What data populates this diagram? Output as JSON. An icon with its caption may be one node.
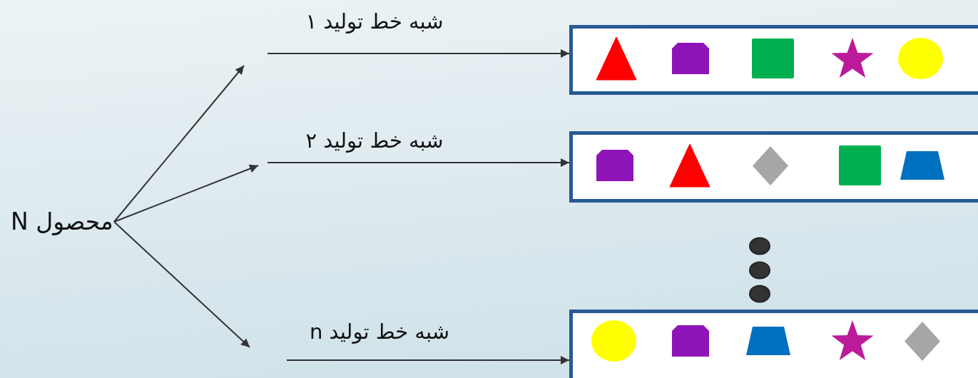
{
  "diagram": {
    "nodes": [
      {
        "text": [
          "محصول N"
        ]
      },
      {
        "text": [],
        "shape": "box"
      },
      {
        "text": [],
        "shape": "box"
      },
      {
        "text": [],
        "shape": "box"
      }
    ],
    "edges": [
      {
        "from": 0,
        "to": null,
        "arrow": "to"
      },
      {
        "from": 0,
        "to": null,
        "arrow": "to"
      },
      {
        "from": 0,
        "to": null,
        "arrow": "to"
      },
      {
        "from": null,
        "to": 1,
        "arrow": "to",
        "label": "شبه خط تولید ۱"
      },
      {
        "from": null,
        "to": 2,
        "arrow": "to",
        "label": "شبه خط تولید ۲"
      },
      {
        "from": null,
        "to": 3,
        "arrow": "to",
        "label": "شبه خط تولید n"
      }
    ]
  }
}
